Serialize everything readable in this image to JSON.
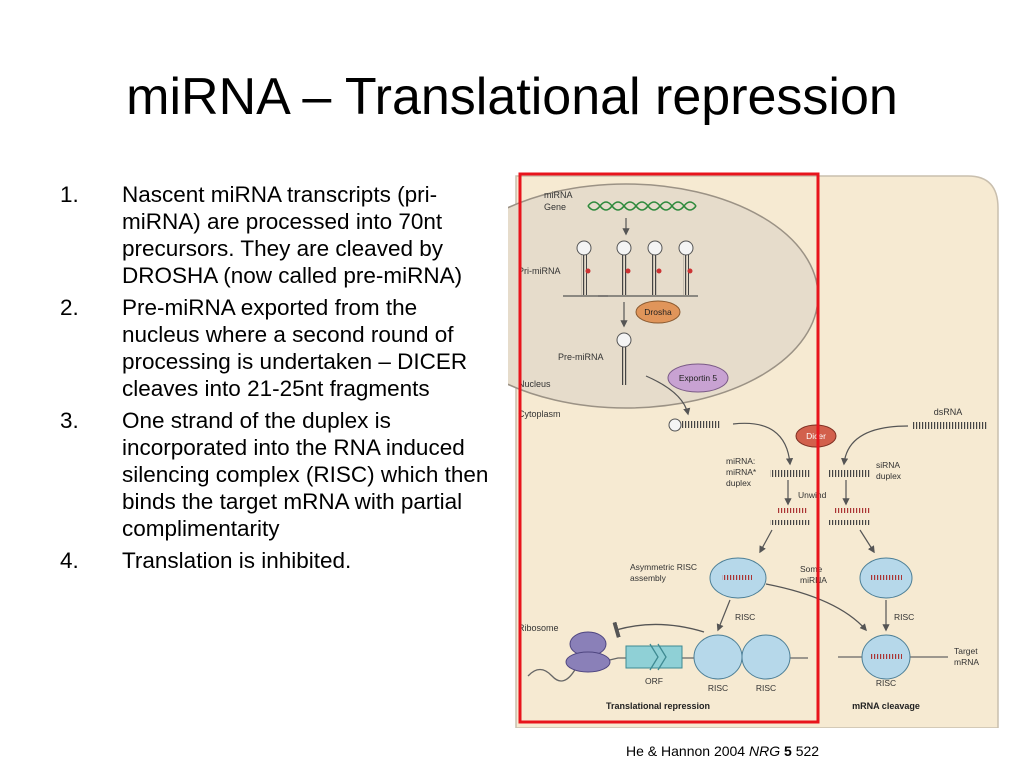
{
  "title": "miRNA – Translational repression",
  "steps": [
    {
      "number": "1.",
      "text": "Nascent miRNA transcripts (pri-miRNA) are processed into 70nt precursors. They are cleaved by DROSHA (now called pre-miRNA)"
    },
    {
      "number": "2.",
      "text": "Pre-miRNA exported from the nucleus where a second round of processing is undertaken – DICER cleaves into 21-25nt fragments"
    },
    {
      "number": "3.",
      "text": "One strand of the duplex is incorporated into the RNA induced silencing complex (RISC) which then binds the target mRNA with partial complimentarity"
    },
    {
      "number": "4.",
      "text": "Translation is inhibited."
    }
  ],
  "figure": {
    "mirna_gene": "miRNA",
    "gene": "Gene",
    "pri_mirna": "Pri-miRNA",
    "drosha": "Drosha",
    "pre_mirna": "Pre-miRNA",
    "exportin": "Exportin 5",
    "nucleus": "Nucleus",
    "cytoplasm": "Cytoplasm",
    "dsrna": "dsRNA",
    "dicer": "Dicer",
    "duplex_line1": "miRNA:",
    "duplex_line2": "miRNA*",
    "duplex_line3": "duplex",
    "sirna_line1": "siRNA",
    "sirna_line2": "duplex",
    "unwind": "Unwind",
    "asym_line1": "Asymmetric RISC",
    "asym_line2": "assembly",
    "some_line1": "Some",
    "some_line2": "miRNA",
    "risc": "RISC",
    "ribosome": "Ribosome",
    "orf": "ORF",
    "target_line1": "Target",
    "target_line2": "mRNA",
    "translational_repression": "Translational repression",
    "mrna_cleavage": "mRNA cleavage"
  },
  "citation": {
    "authors": "He & Hannon 2004",
    "journal": "NRG",
    "volume": "5",
    "page": "522"
  },
  "colors": {
    "highlight_box": "#e8141c",
    "cytoplasm_fill": "#f6ead2",
    "nucleus_fill": "#e6dccb",
    "drosha": "#e0955a",
    "exportin": "#c8a2d2",
    "dicer": "#d2604c",
    "risc": "#b6d8ea",
    "ribosome": "#8a80b8",
    "orf": "#8fd0d6"
  }
}
